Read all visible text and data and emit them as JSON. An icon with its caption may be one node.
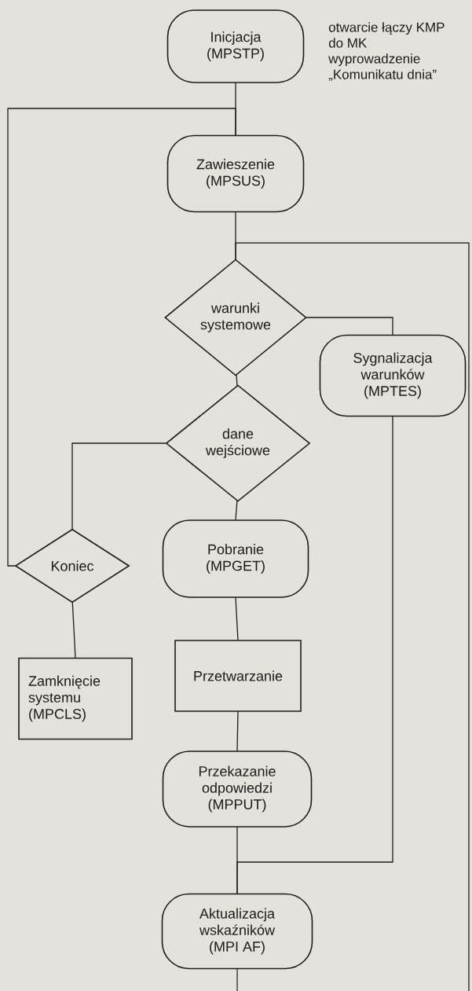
{
  "diagram": {
    "nodes": [
      {
        "text": [
          "Inicjacja (MPSTP)"
        ],
        "beside": [
          "otwarcie łączy KMP do MK wyprowadzenie „Komunikatu dnia”"
        ]
      },
      {
        "text": [
          "Zawieszenie (MPSUS)"
        ]
      },
      {
        "text": [
          "warunki systemowe"
        ]
      },
      {
        "text": [
          "Sygnalizacja warunków (MPTES)"
        ]
      },
      {
        "text": [
          "dane wejściowe"
        ]
      },
      {
        "text": [
          "Koniec"
        ]
      },
      {
        "text": [
          "Pobranie (MPGET)"
        ]
      },
      {
        "text": [
          "Zamknięcie systemu (MPCLS)"
        ]
      },
      {
        "text": [
          "Przetwarzanie"
        ]
      },
      {
        "text": [
          "Przekazanie odpowiedzi (MPPUT)"
        ]
      },
      {
        "text": [
          "Aktualizacja wskaźników (MPI AF)"
        ]
      }
    ],
    "edges": [
      {
        "from": 0,
        "to": 1,
        "arrow": "none"
      },
      {
        "from": 1,
        "to": 2,
        "arrow": "none"
      },
      {
        "from": 2,
        "to": 3,
        "arrow": "none"
      },
      {
        "from": 2,
        "to": 4,
        "arrow": "none"
      },
      {
        "from": 4,
        "to": 5,
        "arrow": "none"
      },
      {
        "from": 4,
        "to": 6,
        "arrow": "none"
      },
      {
        "from": 5,
        "to": 1,
        "arrow": "none"
      },
      {
        "from": 5,
        "to": 7,
        "arrow": "none"
      },
      {
        "from": 6,
        "to": 8,
        "arrow": "none"
      },
      {
        "from": 8,
        "to": 9,
        "arrow": "none"
      },
      {
        "from": 9,
        "to": 10,
        "arrow": "none"
      },
      {
        "from": 3,
        "to": 10,
        "arrow": "none"
      },
      {
        "from": 10,
        "to": null,
        "arrow": "none"
      },
      {
        "from": null,
        "to": 2,
        "arrow": "none"
      }
    ]
  }
}
